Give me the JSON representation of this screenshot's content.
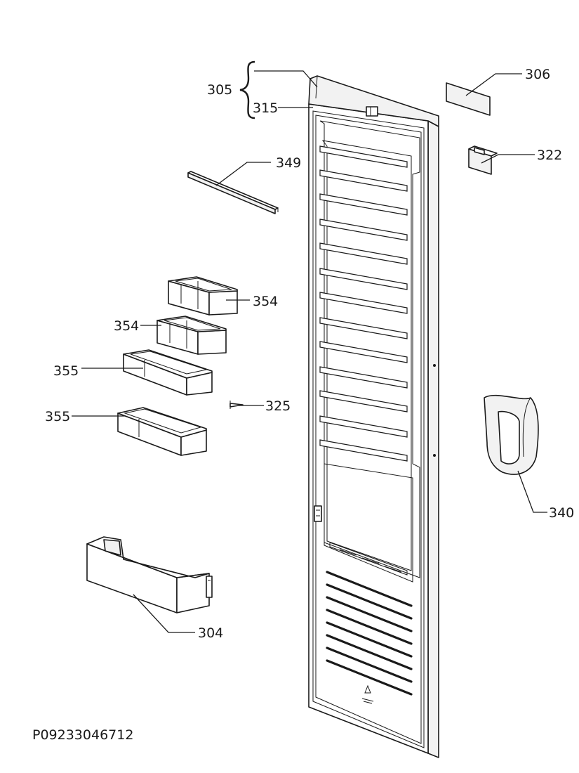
{
  "labels": {
    "l305": "305",
    "l315": "315",
    "l306": "306",
    "l322": "322",
    "l349": "349",
    "l354a": "354",
    "l354b": "354",
    "l355a": "355",
    "l355b": "355",
    "l325": "325",
    "l340": "340",
    "l304": "304"
  },
  "drawing_code": "P09233046712"
}
